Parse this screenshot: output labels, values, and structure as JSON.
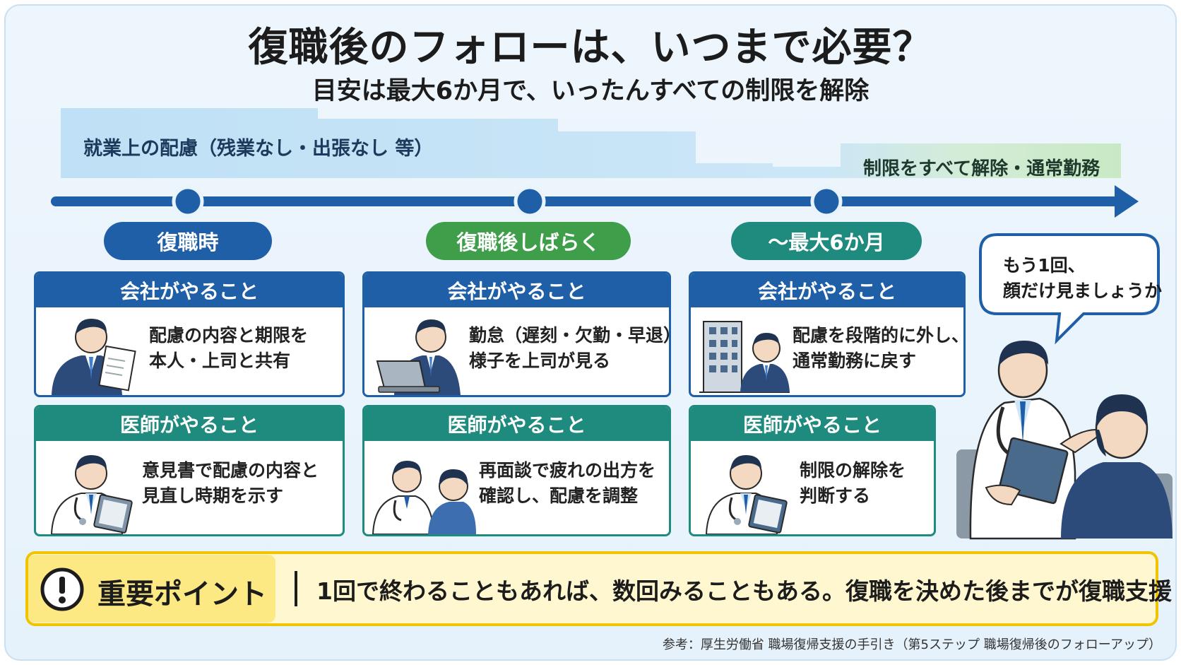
{
  "title": "復職後のフォローは、いつまで必要？",
  "subtitle": "目安は最大6か月で、いったんすべての制限を解除",
  "band": {
    "label": "就業上の配慮（残業なし・出張なし 等）",
    "end_label": "制限をすべて解除・通常勤務"
  },
  "phases": [
    {
      "label": "復職時",
      "color": "#1f5fa8",
      "company": {
        "header": "会社がやること",
        "lines": [
          "配慮の内容と期限を",
          "本人・上司と共有"
        ],
        "icon": "businessman-with-document-icon"
      },
      "doctor": {
        "header": "医師がやること",
        "lines": [
          "意見書で配慮の内容と",
          "見直し時期を示す"
        ],
        "icon": "doctor-with-clipboard-icon"
      }
    },
    {
      "label": "復職後しばらく",
      "color": "#3f9e4a",
      "company": {
        "header": "会社がやること",
        "lines": [
          "勤怠（遅刻・欠勤・早退）と",
          "様子を上司が見る"
        ],
        "icon": "man-with-laptop-icon"
      },
      "doctor": {
        "header": "医師がやること",
        "lines": [
          "再面談で疲れの出方を",
          "確認し、配慮を調整"
        ],
        "icon": "doctor-consulting-patient-icon"
      }
    },
    {
      "label": "～最大6か月",
      "color": "#1f8a7e",
      "company": {
        "header": "会社がやること",
        "lines": [
          "配慮を段階的に外し、",
          "通常勤務に戻す"
        ],
        "icon": "office-building-and-worker-icon"
      },
      "doctor": {
        "header": "医師がやること",
        "lines": [
          "制限の解除を",
          "判断する"
        ],
        "icon": "doctor-with-clipboard-icon"
      }
    }
  ],
  "bubble": {
    "lines": [
      "もう1回、",
      "顔だけ見ましょうか"
    ]
  },
  "point": {
    "icon": "exclamation-icon",
    "label": "重要ポイント",
    "text": "1回で終わることもあれば、数回みることもある。復職を決めた後までが復職支援"
  },
  "source": "参考：厚生労働省 職場復帰支援の手引き（第5ステップ 職場復帰後のフォローアップ）",
  "colors": {
    "company_header": "#1f5fa8",
    "doctor_header": "#1f8a7e",
    "timeline": "#1f5fa8",
    "highlight_border": "#f0c400"
  }
}
